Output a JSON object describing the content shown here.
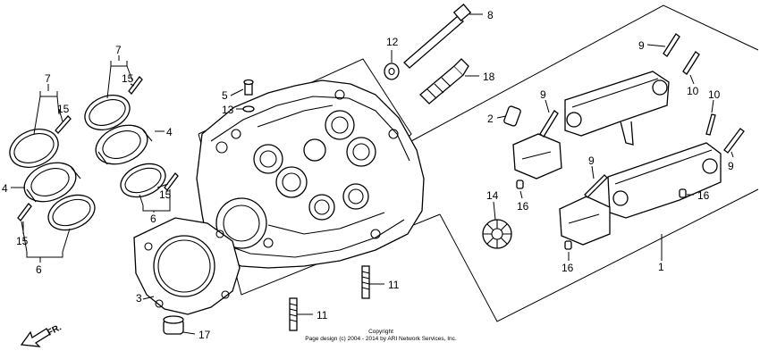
{
  "callouts": {
    "c1": "1",
    "c2": "2",
    "c3": "3",
    "c4a": "4",
    "c4b": "4",
    "c5": "5",
    "c6a": "6",
    "c6b": "6",
    "c7a": "7",
    "c7b": "7",
    "c8": "8",
    "c9a": "9",
    "c9b": "9",
    "c9c": "9",
    "c9d": "9",
    "c10a": "10",
    "c10b": "10",
    "c11a": "11",
    "c11b": "11",
    "c12": "12",
    "c13": "13",
    "c14": "14",
    "c15a": "15",
    "c15b": "15",
    "c15c": "15",
    "c15d": "15",
    "c16a": "16",
    "c16b": "16",
    "c16c": "16",
    "c17": "17",
    "c18": "18"
  },
  "direction_label": "FR.",
  "copyright": {
    "line1": "Copyright",
    "line2": "Page design (c) 2004 - 2014 by ARI Network Services, Inc."
  }
}
